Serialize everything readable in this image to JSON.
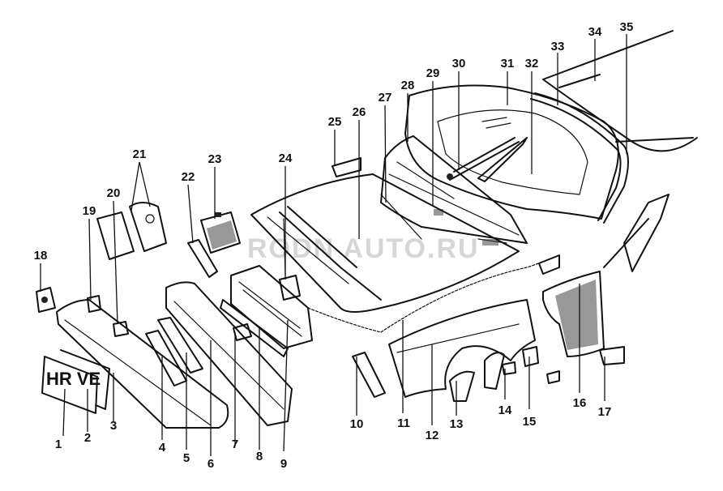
{
  "watermark": "RODN AUTO.RU",
  "license_plate": "HR VE",
  "callouts": [
    {
      "label": "1"
    },
    {
      "label": "2"
    },
    {
      "label": "3"
    },
    {
      "label": "4"
    },
    {
      "label": "5"
    },
    {
      "label": "6"
    },
    {
      "label": "7"
    },
    {
      "label": "8"
    },
    {
      "label": "9"
    },
    {
      "label": "10"
    },
    {
      "label": "11"
    },
    {
      "label": "12"
    },
    {
      "label": "13"
    },
    {
      "label": "14"
    },
    {
      "label": "15"
    },
    {
      "label": "16"
    },
    {
      "label": "17"
    },
    {
      "label": "18"
    },
    {
      "label": "19"
    },
    {
      "label": "20"
    },
    {
      "label": "21"
    },
    {
      "label": "22"
    },
    {
      "label": "23"
    },
    {
      "label": "24"
    },
    {
      "label": "25"
    },
    {
      "label": "26"
    },
    {
      "label": "27"
    },
    {
      "label": "28"
    },
    {
      "label": "29"
    },
    {
      "label": "30"
    },
    {
      "label": "31"
    },
    {
      "label": "32"
    },
    {
      "label": "33"
    },
    {
      "label": "34"
    },
    {
      "label": "35"
    }
  ]
}
